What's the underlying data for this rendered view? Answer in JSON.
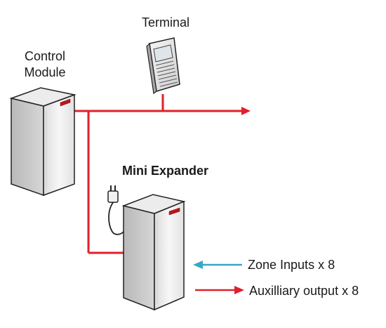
{
  "labels": {
    "terminal": "Terminal",
    "control_module_line1": "Control",
    "control_module_line2": "Module",
    "mini_expander": "Mini Expander",
    "zone_inputs": "Zone Inputs x 8",
    "aux_output": "Auxilliary output x 8"
  },
  "colors": {
    "bus_line": "#e0202a",
    "zone_input_arrow": "#3aa6c8",
    "aux_output_arrow": "#e0202a",
    "unit_body": "#f2f2f2",
    "unit_outline": "#222222",
    "accent": "#c0141c"
  },
  "icons": {
    "terminal": "keypad-terminal-icon",
    "control_module": "control-module-cabinet-icon",
    "mini_expander": "mini-expander-cabinet-icon",
    "power_plug": "power-plug-icon"
  }
}
